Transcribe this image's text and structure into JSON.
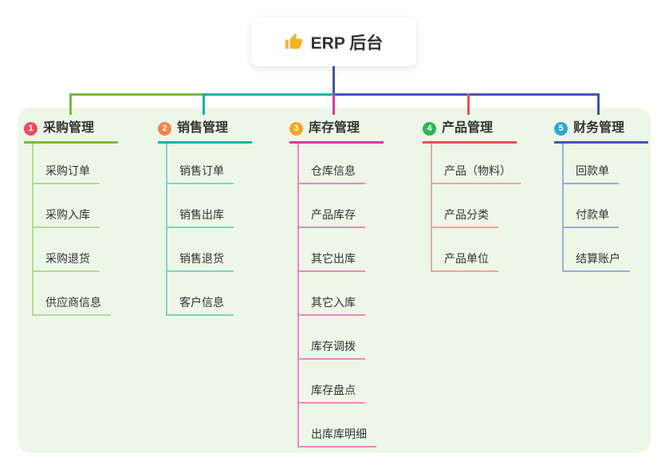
{
  "root": {
    "label": "ERP 后台",
    "icon": "thumbs-up-icon"
  },
  "colors": {
    "page_bg": "#ffffff",
    "panel_bg": "#edf7e7",
    "text": "#333333",
    "root_card_bg": "#ffffff",
    "connector_blue": "#4356b0",
    "thumb_icon": "#f4b426"
  },
  "branches": [
    {
      "num": "1",
      "label": "采购管理",
      "badge_color": "#e94d64",
      "line_color": "#7cb93e",
      "child_line_color": "#b4da8e",
      "children": [
        "采购订单",
        "采购入库",
        "采购退货",
        "供应商信息"
      ]
    },
    {
      "num": "2",
      "label": "销售管理",
      "badge_color": "#f8824b",
      "line_color": "#0fb3ab",
      "child_line_color": "#7ed3cc",
      "children": [
        "销售订单",
        "销售出库",
        "销售退货",
        "客户信息"
      ]
    },
    {
      "num": "3",
      "label": "库存管理",
      "badge_color": "#f5a51f",
      "line_color": "#d63a9e",
      "child_line_color": "#ee86c3",
      "children": [
        "仓库信息",
        "产品库存",
        "其它出库",
        "其它入库",
        "库存调拨",
        "库存盘点",
        "出库库明细"
      ]
    },
    {
      "num": "4",
      "label": "产品管理",
      "badge_color": "#2eb454",
      "line_color": "#e9514d",
      "child_line_color": "#f4a3a0",
      "children": [
        "产品（物料）",
        "产品分类",
        "产品单位"
      ]
    },
    {
      "num": "5",
      "label": "财务管理",
      "badge_color": "#2aa6dd",
      "line_color": "#4356b0",
      "child_line_color": "#9cabdd",
      "children": [
        "回款单",
        "付款单",
        "结算账户"
      ]
    }
  ]
}
